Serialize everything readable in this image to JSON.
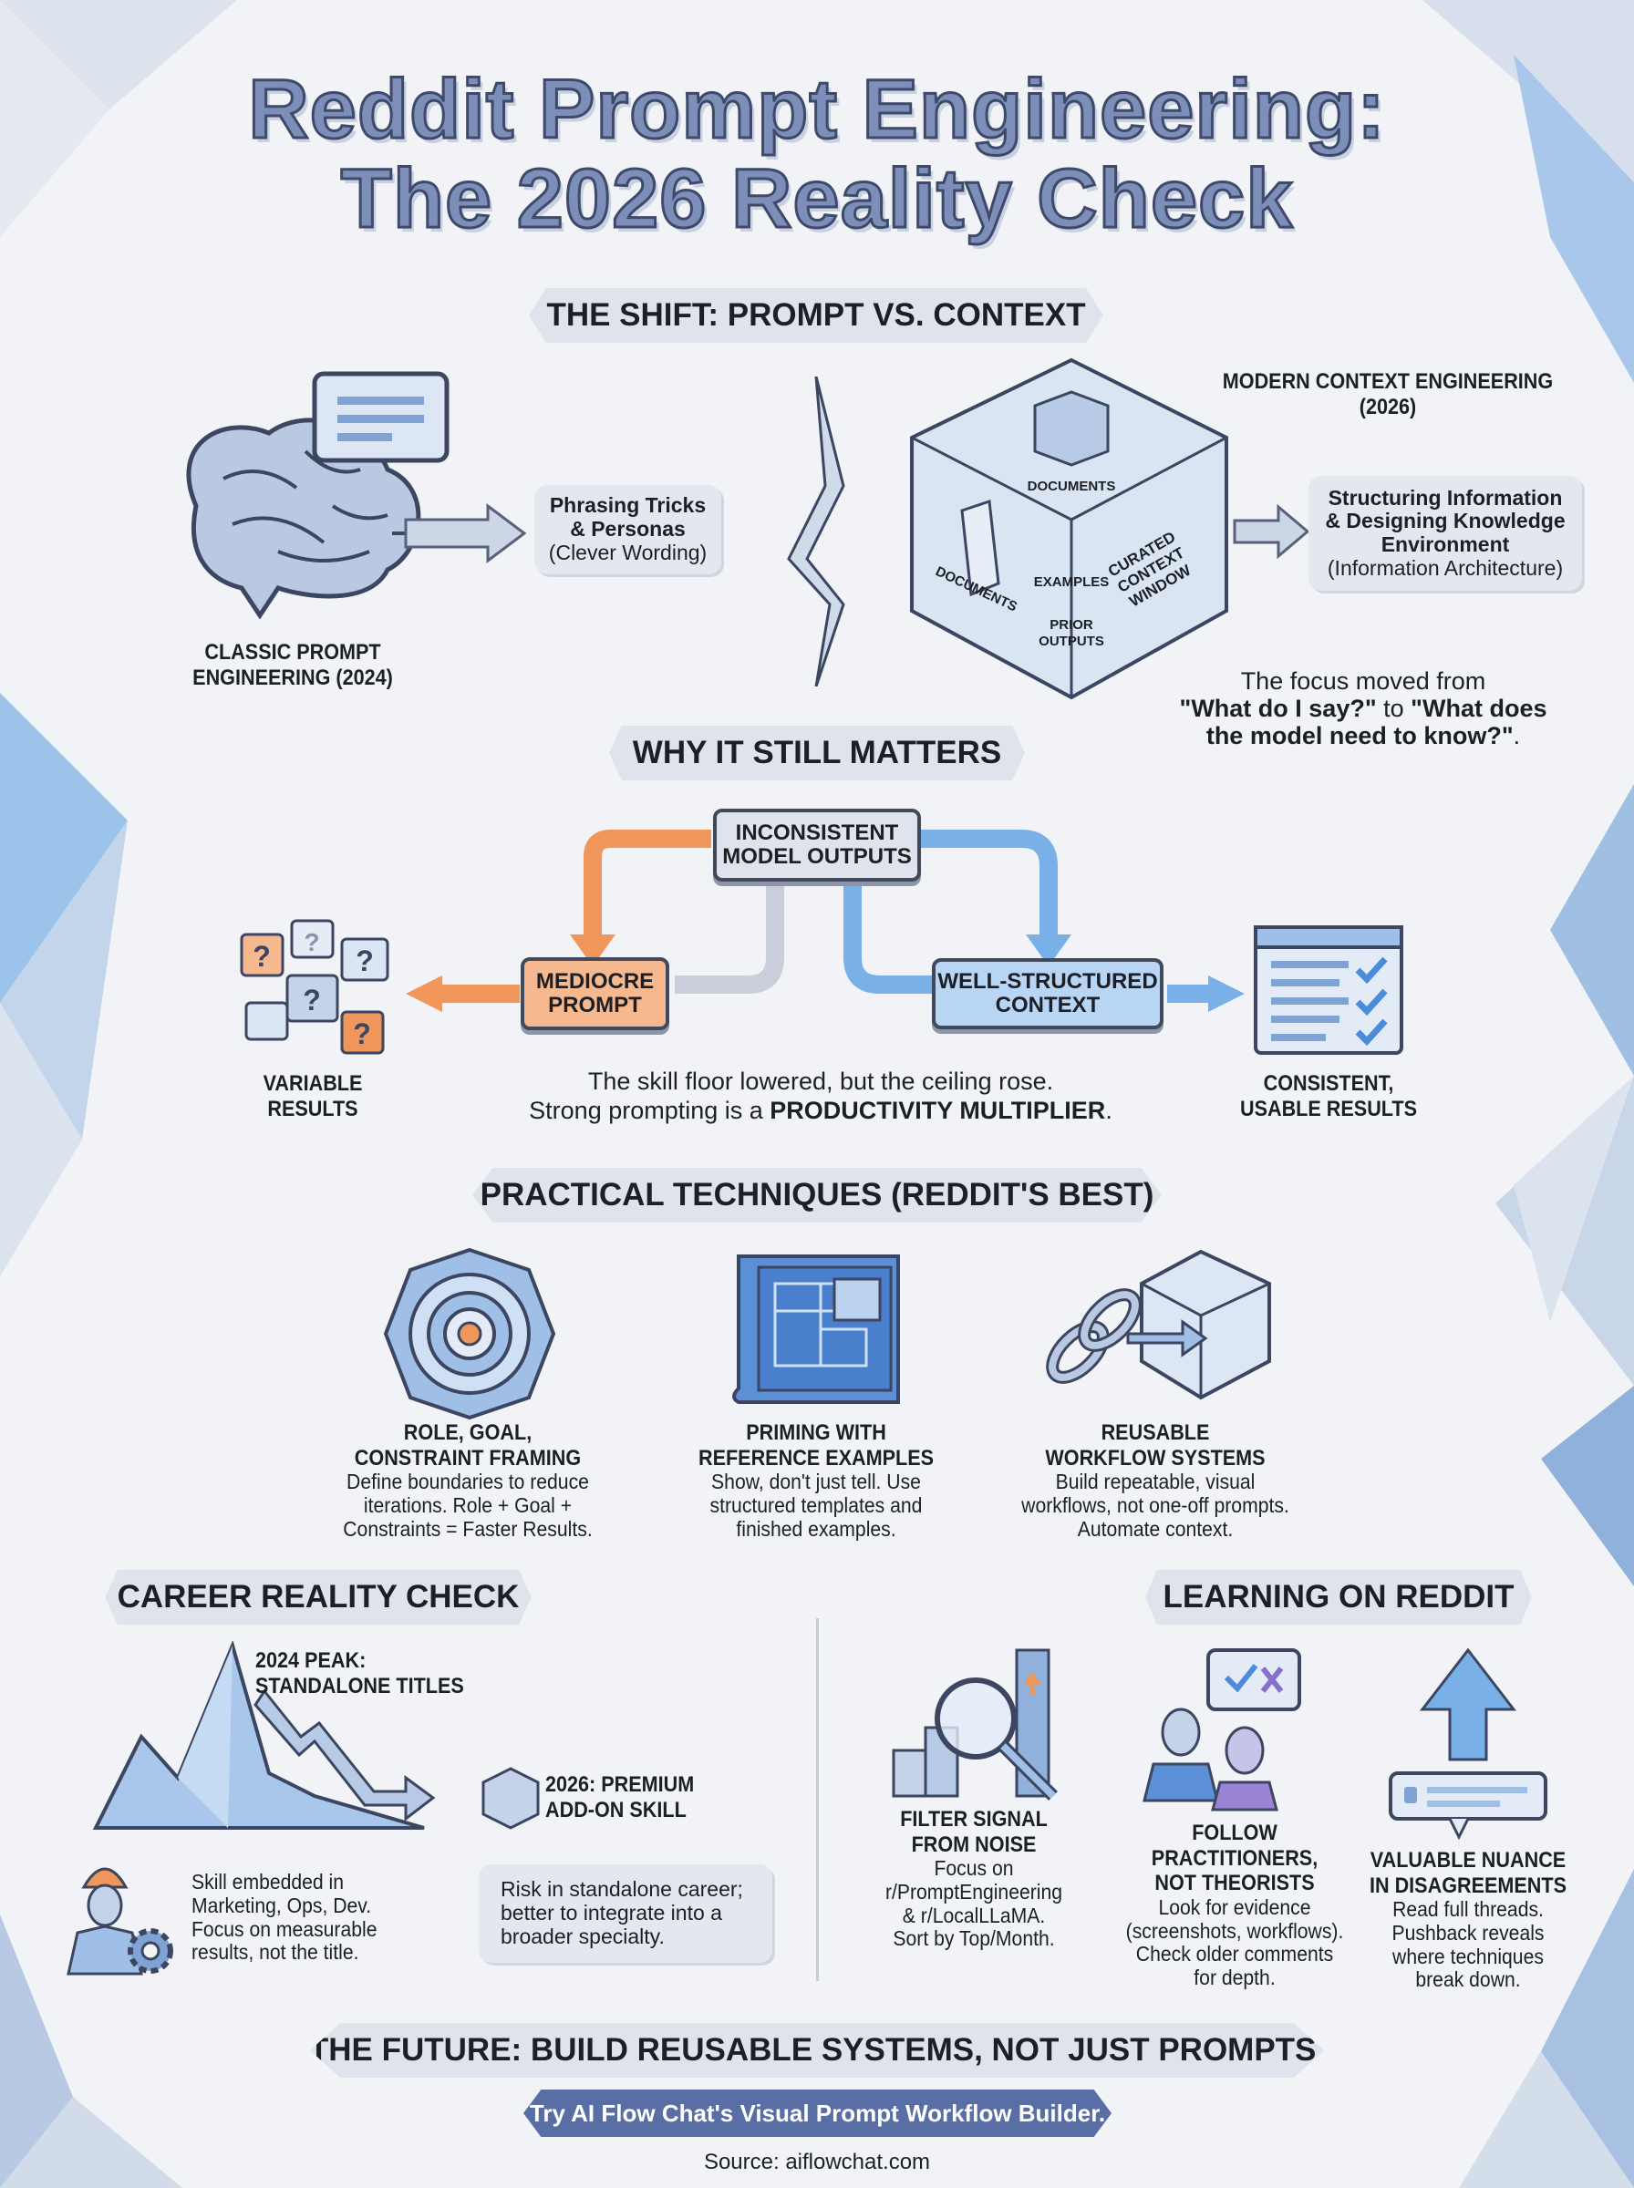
{
  "title": {
    "line1": "Reddit Prompt Engineering:",
    "line2": "The 2026 Reality Check"
  },
  "shift": {
    "heading": "THE SHIFT: PROMPT VS. CONTEXT",
    "classic_label": [
      "CLASSIC PROMPT",
      "ENGINEERING (2024)"
    ],
    "phrasing_box": {
      "line1": "Phrasing Tricks",
      "line2": "& Personas",
      "line3": "(Clever Wording)"
    },
    "modern_label": [
      "MODERN CONTEXT ENGINEERING",
      "(2026)"
    ],
    "cube_labels": {
      "documents_top": "DOCUMENTS",
      "documents_side": "DOCUMENTS",
      "examples": "EXAMPLES",
      "prior": "PRIOR",
      "outputs": "OUTPUTS",
      "curated": "CURATED",
      "context": "CONTEXT",
      "window": "WINDOW"
    },
    "structuring_box": {
      "line1": "Structuring Information",
      "line2": "& Designing Knowledge",
      "line3": "Environment",
      "line4": "(Information Architecture)"
    },
    "focus": {
      "line1": "The focus moved from",
      "q1": "\"What do I say?\"",
      "to": " to ",
      "q2a": "\"What does",
      "q2b": "the model need to know?\"",
      "end": "."
    }
  },
  "why": {
    "heading": "WHY IT STILL MATTERS",
    "inconsistent": [
      "INCONSISTENT",
      "MODEL OUTPUTS"
    ],
    "mediocre": [
      "MEDIOCRE",
      "PROMPT"
    ],
    "structured": [
      "WELL-STRUCTURED",
      "CONTEXT"
    ],
    "variable": [
      "VARIABLE",
      "RESULTS"
    ],
    "consistent": [
      "CONSISTENT,",
      "USABLE RESULTS"
    ],
    "skill_floor": "The skill floor lowered, but the ceiling rose.",
    "strong_prefix": "Strong prompting is a ",
    "strong_bold": "PRODUCTIVITY MULTIPLIER",
    "strong_suffix": ".",
    "question_mark": "?"
  },
  "techniques": {
    "heading": "PRACTICAL TECHNIQUES (REDDIT'S BEST)",
    "items": [
      {
        "title": [
          "ROLE, GOAL,",
          "CONSTRAINT FRAMING"
        ],
        "desc": [
          "Define boundaries to reduce",
          "iterations. Role + Goal +",
          "Constraints = Faster Results."
        ],
        "icon": "target-icon"
      },
      {
        "title": [
          "PRIMING WITH",
          "REFERENCE EXAMPLES"
        ],
        "desc": [
          "Show, don't just tell. Use",
          "structured templates and",
          "finished examples."
        ],
        "icon": "puzzle-icon"
      },
      {
        "title": [
          "REUSABLE",
          "WORKFLOW SYSTEMS"
        ],
        "desc": [
          "Build repeatable, visual",
          "workflows, not one-off prompts.",
          "Automate context."
        ],
        "icon": "chain-cube-icon"
      }
    ]
  },
  "career": {
    "heading": "CAREER REALITY CHECK",
    "peak": [
      "2024 PEAK:",
      "STANDALONE TITLES"
    ],
    "premium": [
      "2026: PREMIUM",
      "ADD-ON SKILL"
    ],
    "embedded": [
      "Skill embedded in",
      "Marketing, Ops, Dev.",
      "Focus on measurable",
      "results, not the title."
    ],
    "risk": [
      "Risk in standalone career;",
      "better to integrate into a",
      "broader specialty."
    ]
  },
  "learning": {
    "heading": "LEARNING ON REDDIT",
    "items": [
      {
        "title": [
          "FILTER SIGNAL",
          "FROM NOISE"
        ],
        "desc": [
          "Focus on",
          "r/PromptEngineering",
          "& r/LocalLLaMA.",
          "Sort by Top/Month."
        ]
      },
      {
        "title": [
          "FOLLOW",
          "PRACTITIONERS,",
          "NOT THEORISTS"
        ],
        "desc": [
          "Look for evidence",
          "(screenshots, workflows).",
          "Check older comments",
          "for depth."
        ]
      },
      {
        "title": [
          "VALUABLE NUANCE",
          "IN DISAGREEMENTS"
        ],
        "desc": [
          "Read full threads.",
          "Pushback reveals",
          "where techniques",
          "break down."
        ]
      }
    ]
  },
  "future": {
    "heading": "THE FUTURE: BUILD REUSABLE SYSTEMS, NOT JUST PROMPTS.",
    "cta": "Try AI Flow Chat's Visual Prompt Workflow Builder.",
    "source": "Source: aiflowchat.com"
  },
  "colors": {
    "accent_blue": "#5b8fd6",
    "accent_orange": "#f0965a",
    "cta_bg": "#5a6ea6",
    "banner_bg": "#dfe4ec"
  }
}
